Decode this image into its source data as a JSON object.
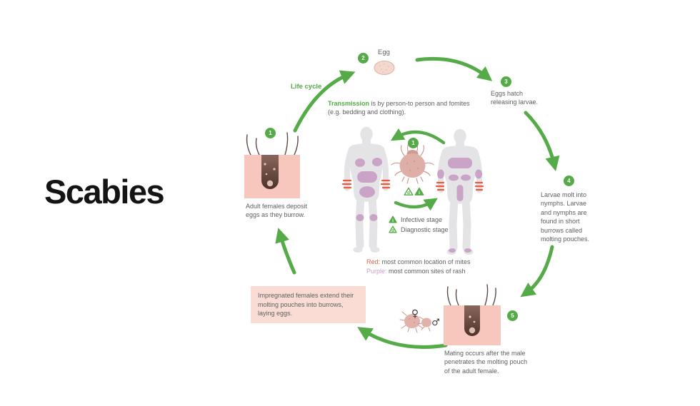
{
  "title": "Scabies",
  "labels": {
    "life_cycle": "Life cycle",
    "egg": "Egg"
  },
  "transmission": {
    "lead": "Transmission",
    "rest": " is by person-to person and fomites",
    "line2": "(e.g. bedding and clothing)."
  },
  "stages": [
    {
      "number": "1",
      "text": "Adult females deposit eggs as they burrow."
    },
    {
      "number": "2",
      "text": "Egg"
    },
    {
      "number": "3",
      "text": "Eggs hatch releasing larvae."
    },
    {
      "number": "4",
      "text": "Larvae molt into nymphs. Larvae and nymphs are found in short burrows called molting pouches."
    },
    {
      "number": "5",
      "text": "Mating occurs after the male penetrates the molting pouch of the adult female."
    }
  ],
  "center_marker": "1",
  "box": {
    "text": "Impregnated females extend their molting pouches into burrows, laying eggs."
  },
  "legend": {
    "infective_label": "Infective stage",
    "diagnostic_label": "Diagnostic stage",
    "infective_letter": "i",
    "diagnostic_letter": "d"
  },
  "color_key": {
    "red_label": "Red:",
    "red_text": " most common location of mites",
    "purple_label": "Purple:",
    "purple_text": " most common sites of rash"
  },
  "symbols": {
    "female": "♀",
    "male": "♂"
  },
  "colors": {
    "green": "#55ab47",
    "red": "#e8604c",
    "purple": "#cb9ecb",
    "skin_pink": "#f7c6bd",
    "box_pink": "#fbdcd5",
    "silhouette_gray": "#e4e4e6",
    "rash_purple": "#c495c0"
  }
}
